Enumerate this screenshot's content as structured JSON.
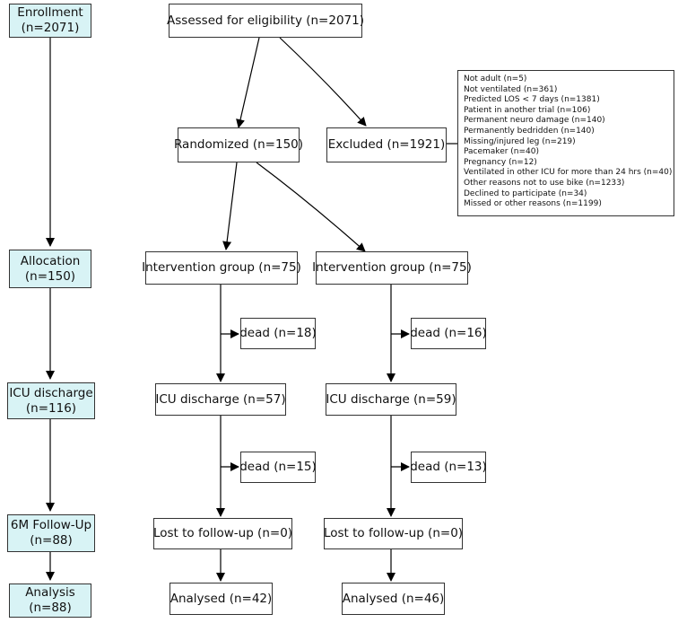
{
  "stages": [
    {
      "label": "Enrollment",
      "count": "(n=2071)"
    },
    {
      "label": "Allocation",
      "count": "(n=150)"
    },
    {
      "label": "ICU discharge",
      "count": "(n=116)"
    },
    {
      "label": "6M Follow-Up",
      "count": "(n=88)"
    },
    {
      "label": "Analysis",
      "count": "(n=88)"
    }
  ],
  "assessed": "Assessed for eligibility (n=2071)",
  "randomized": "Randomized (n=150)",
  "excluded": "Excluded (n=1921)",
  "exclusion_reasons": [
    "Not adult (n=5)",
    "Not ventilated (n=361)",
    "Predicted LOS < 7 days (n=1381)",
    "Patient in another trial (n=106)",
    "Permanent neuro damage (n=140)",
    "Permanently bedridden (n=140)",
    "Missing/injured leg (n=219)",
    "Pacemaker (n=40)",
    "Pregnancy (n=12)",
    "Ventilated in other ICU for more than 24 hrs (n=40)",
    "Other reasons not to use bike (n=1233)",
    "Declined to participate (n=34)",
    "Missed or other reasons (n=1199)"
  ],
  "arms": [
    {
      "group": "Intervention group (n=75)",
      "dead_icu": "dead (n=18)",
      "icu_discharge": "ICU discharge (n=57)",
      "dead_followup": "dead (n=15)",
      "lost": "Lost to follow-up (n=0)",
      "analysed": "Analysed (n=42)"
    },
    {
      "group": "Intervention group (n=75)",
      "dead_icu": "dead (n=16)",
      "icu_discharge": "ICU discharge (n=59)",
      "dead_followup": "dead (n=13)",
      "lost": "Lost to follow-up (n=0)",
      "analysed": "Analysed (n=46)"
    }
  ]
}
